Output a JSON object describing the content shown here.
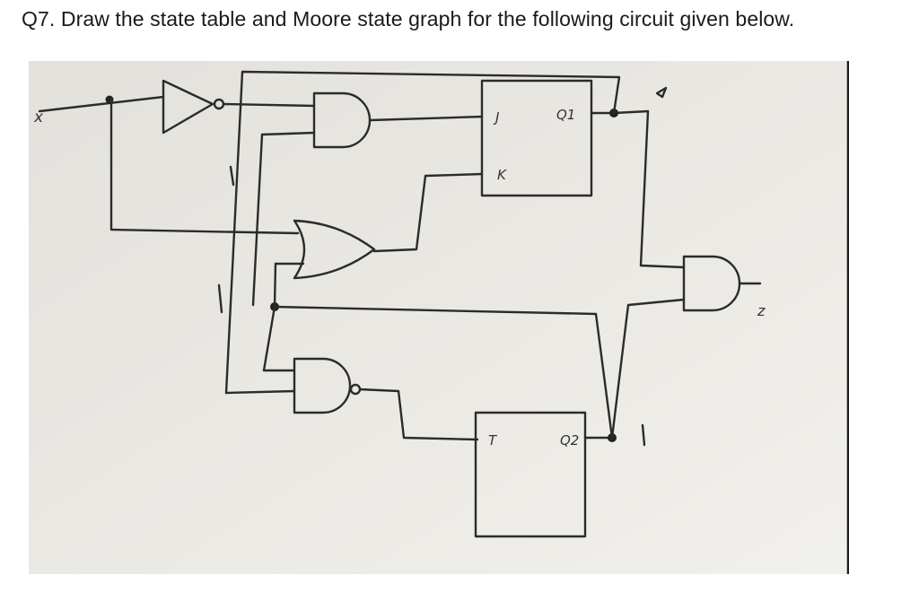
{
  "question": {
    "text": "Q7. Draw the state table and Moore state graph for the following circuit given below."
  },
  "diagram": {
    "input_label": "x",
    "ff1": {
      "in_j": "J",
      "in_k": "K",
      "out": "Q1"
    },
    "ff2": {
      "in_t": "T",
      "out": "Q2"
    },
    "output_label": "z"
  }
}
